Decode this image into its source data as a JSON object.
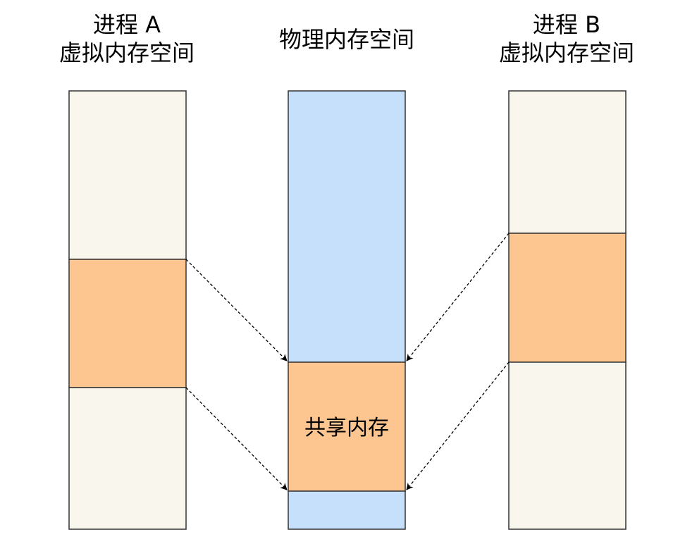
{
  "process_a": {
    "title_line1": "进程 A",
    "title_line2": "虚拟内存空间"
  },
  "physical": {
    "title": "物理内存空间",
    "shared_label": "共享内存"
  },
  "process_b": {
    "title_line1": "进程 B",
    "title_line2": "虚拟内存空间"
  },
  "colors": {
    "virtual_fill": "#f9f7ed",
    "physical_fill": "#c6e0fc",
    "shared_fill": "#fdc590",
    "stroke": "#333333"
  }
}
